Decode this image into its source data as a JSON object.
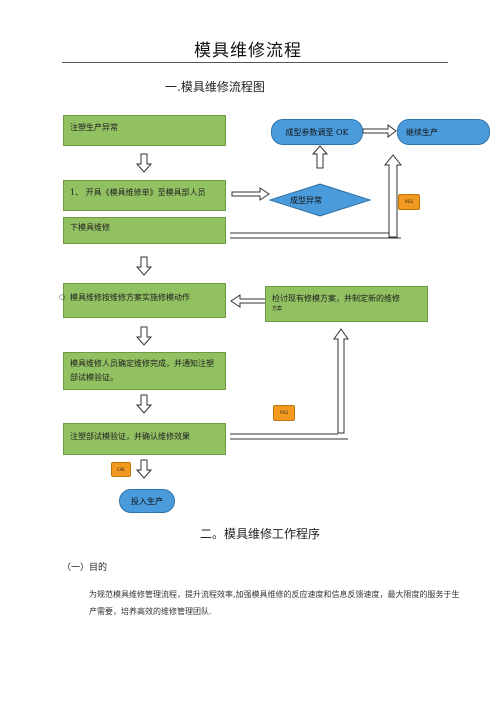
{
  "header": {
    "title": "模具维修流程"
  },
  "section_one": {
    "heading": "一.模具维修流程图"
  },
  "flow": {
    "box_injection_abnormal": "注塑生产异常",
    "box_issue_form": "1、 开具《模具维修单》至模具部人员",
    "box_send_mold": "下模具维修",
    "box_execute_repair": "模具维修按维修方案实施修模动作",
    "box_confirm_repair": "模具维修人员确定维修完成，并通知注塑部试模验证。",
    "box_trial_verify": "注塑部试模验证，并确认维修效果",
    "box_review_plan": "检讨现有修模方案，并制定新的维修",
    "box_review_plan_sub": "方案",
    "pill_param_ok": "成型参数调至 OK",
    "pill_continue": "继续生产",
    "pill_put_in_production": "投入生产",
    "diamond_molding_abnormal": "成型异常",
    "tag_ng_top": "NG",
    "tag_ng_mid": "NG",
    "tag_ok": "OK",
    "bullet": "○"
  },
  "section_two": {
    "heading": "二。模具维修工作程序"
  },
  "purpose": {
    "heading": "（一）目的",
    "body": "为规范模具维修管理流程，提升流程效率,加强模具维修的反应速度和信息反馈速度，最大限度的服务于生产需要，培养高效的维修管理团队."
  },
  "colors": {
    "box_green": "#92c161",
    "pill_blue": "#4a9bdc",
    "tag_orange": "#f29a1f"
  }
}
